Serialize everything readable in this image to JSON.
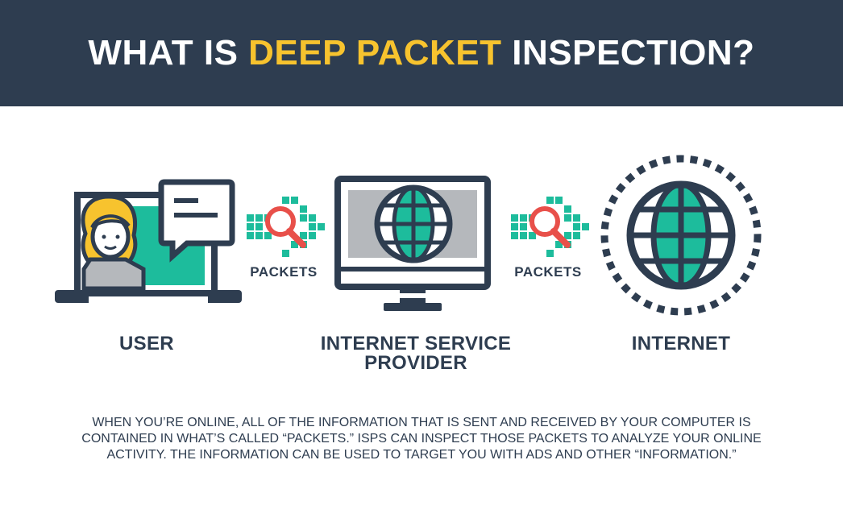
{
  "header": {
    "title_prefix": "WHAT IS ",
    "title_accent": "DEEP PACKET",
    "title_suffix": " INSPECTION?"
  },
  "nodes": {
    "user": {
      "label": "USER",
      "icon": "user-laptop-icon"
    },
    "isp": {
      "label_line1": "INTERNET SERVICE",
      "label_line2": "PROVIDER",
      "icon": "monitor-globe-icon"
    },
    "internet": {
      "label": "INTERNET",
      "icon": "globe-icon"
    }
  },
  "packets": {
    "left_label": "PACKETS",
    "right_label": "PACKETS",
    "icon": "magnifier-packets-icon"
  },
  "caption": {
    "line1": "WHEN YOU’RE ONLINE, ALL OF THE INFORMATION THAT IS SENT AND RECEIVED BY YOUR COMPUTER IS",
    "line2": "CONTAINED IN WHAT’S CALLED “PACKETS.” ISPS CAN INSPECT THOSE PACKETS TO ANALYZE YOUR ONLINE",
    "line3": "ACTIVITY. THE INFORMATION CAN BE USED TO TARGET YOU WITH ADS AND OTHER “INFORMATION.”"
  },
  "colors": {
    "navy": "#2e3d50",
    "yellow": "#f7c32e",
    "teal": "#1dbc9c",
    "red": "#e8504a",
    "gray": "#b5b8bc"
  }
}
